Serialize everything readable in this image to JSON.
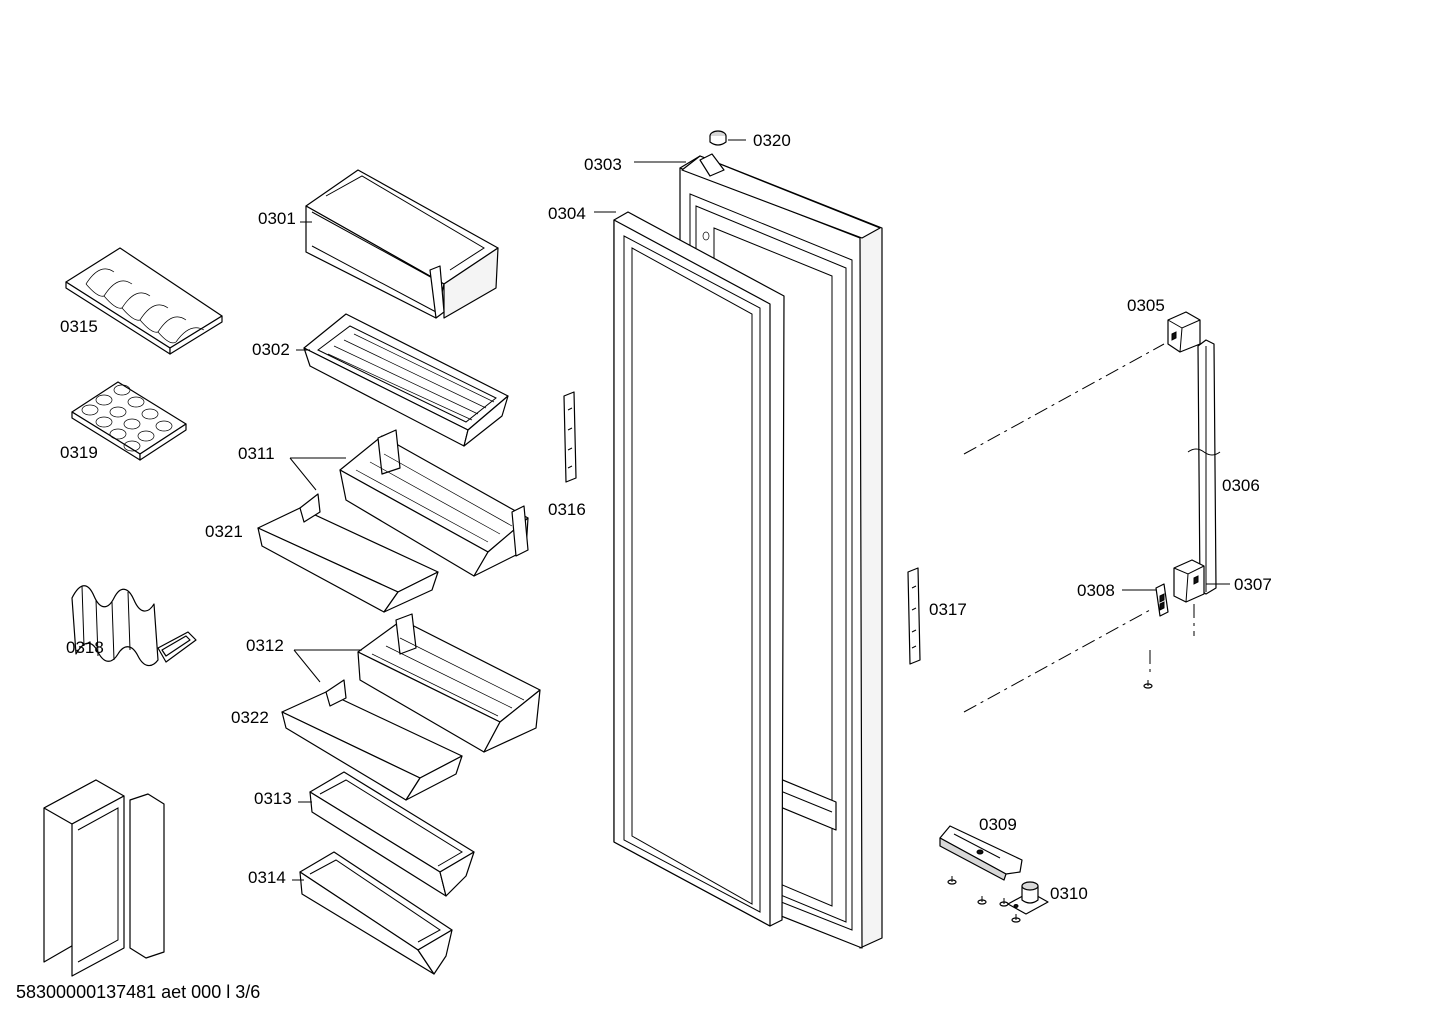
{
  "labels": {
    "p0301": "0301",
    "p0302": "0302",
    "p0303": "0303",
    "p0304": "0304",
    "p0305": "0305",
    "p0306": "0306",
    "p0307": "0307",
    "p0308": "0308",
    "p0309": "0309",
    "p0310": "0310",
    "p0311": "0311",
    "p0312": "0312",
    "p0313": "0313",
    "p0314": "0314",
    "p0315": "0315",
    "p0316": "0316",
    "p0317": "0317",
    "p0318": "0318",
    "p0319": "0319",
    "p0320": "0320",
    "p0321": "0321",
    "p0322": "0322"
  },
  "footer": "58300000137481 aet 000 l 3/6"
}
